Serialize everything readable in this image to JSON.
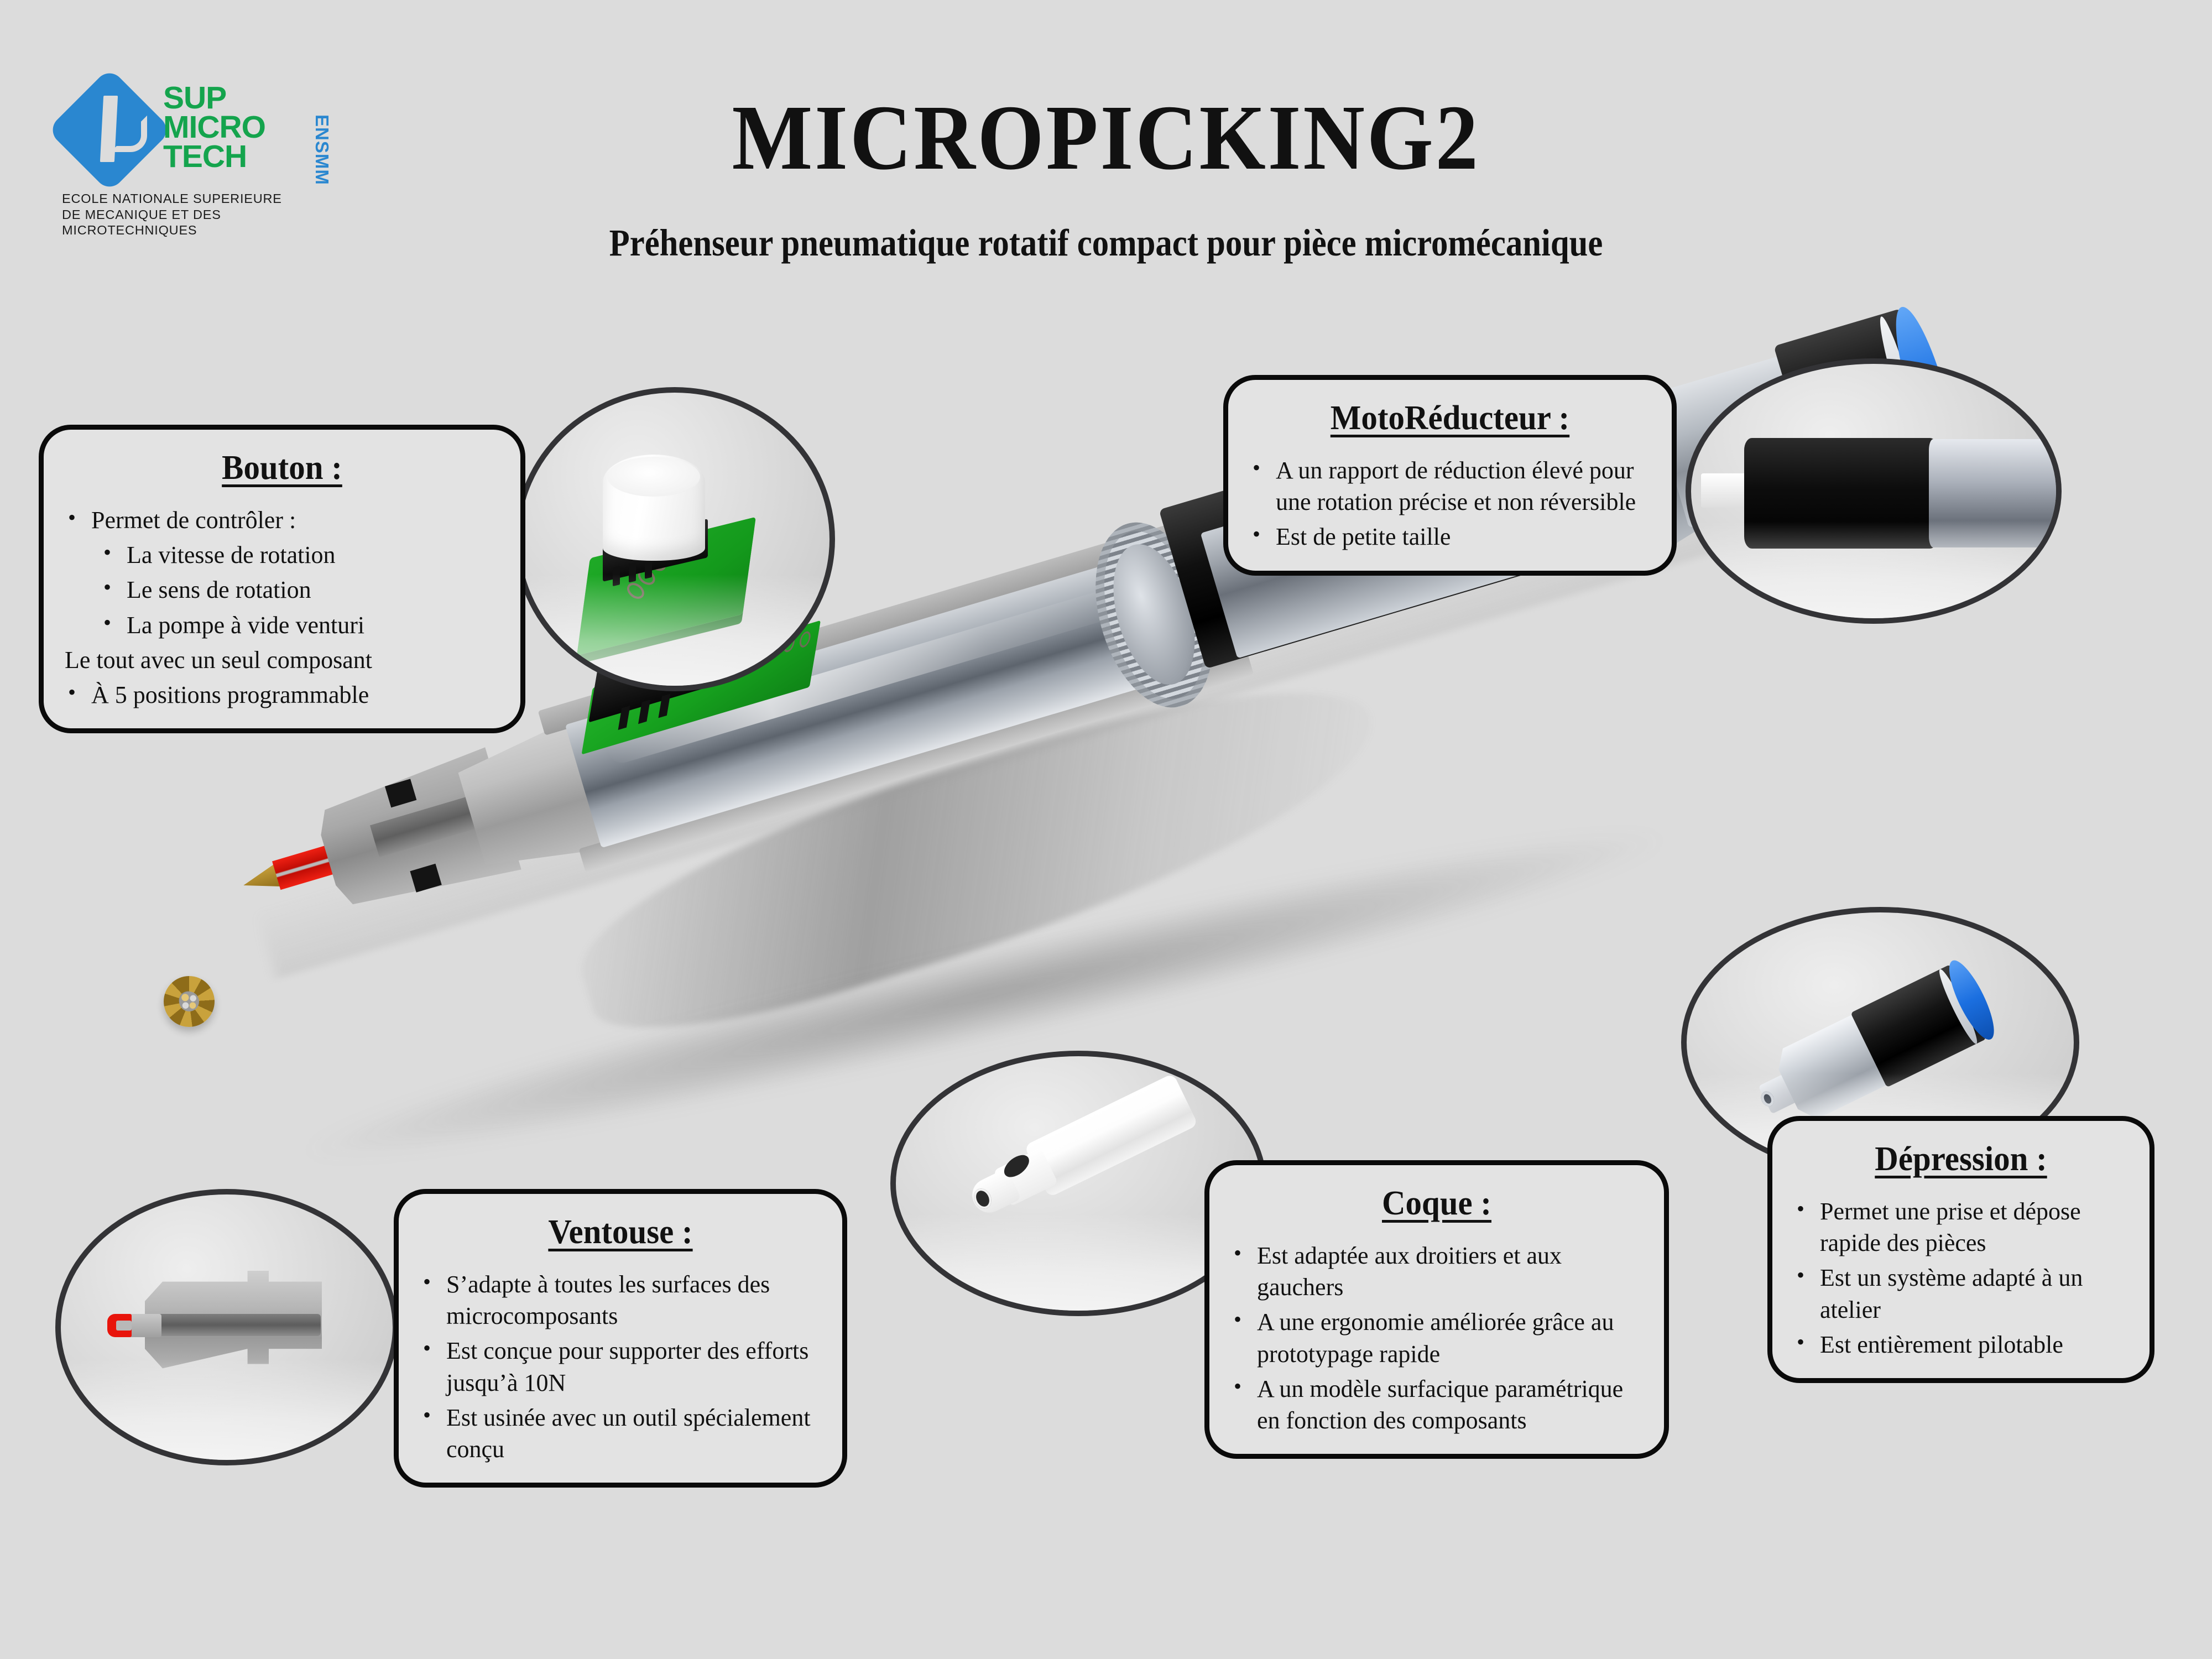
{
  "poster": {
    "title": "MICROPICKING2",
    "subtitle": "Préhenseur pneumatique rotatif compact pour pièce micromécanique",
    "background_color": "#dcdcdc"
  },
  "logo": {
    "name_lines": [
      "SUP",
      "MICRO",
      "TECH"
    ],
    "suffix": "ENSMM",
    "tagline_line1": "ECOLE NATIONALE SUPERIEURE",
    "tagline_line2": "DE MECANIQUE ET DES MICROTECHNIQUES",
    "green": "#14a44d",
    "blue": "#2a87d0"
  },
  "callouts": {
    "bouton": {
      "title": "Bouton :",
      "items": [
        {
          "text": "Permet de contrôler :",
          "level": 1
        },
        {
          "text": "La vitesse de rotation",
          "level": 2
        },
        {
          "text": "Le sens de rotation",
          "level": 2
        },
        {
          "text": "La pompe à vide venturi",
          "level": 2
        },
        {
          "text": "Le tout avec un seul composant",
          "level": 0
        },
        {
          "text": "À 5 positions programmable",
          "level": 1
        }
      ]
    },
    "motoreducteur": {
      "title": "MotoRéducteur :",
      "items": [
        {
          "text": "A un rapport de réduction élevé pour une rotation précise et non réversible",
          "level": 1
        },
        {
          "text": "Est de petite taille",
          "level": 1
        }
      ]
    },
    "ventouse": {
      "title": "Ventouse :",
      "items": [
        {
          "text": "S’adapte à toutes les surfaces des microcomposants",
          "level": 1
        },
        {
          "text": "Est conçue pour supporter des efforts jusqu’à 10N",
          "level": 1
        },
        {
          "text": "Est usinée avec un outil spécialement conçu",
          "level": 1
        }
      ]
    },
    "coque": {
      "title": "Coque :",
      "items": [
        {
          "text": "Est adaptée aux droitiers et aux gauchers",
          "level": 1
        },
        {
          "text": "A une ergonomie améliorée grâce au prototypage rapide",
          "level": 1
        },
        {
          "text": "A un modèle surfacique paramétrique en fonction des composants",
          "level": 1
        }
      ]
    },
    "depression": {
      "title": "Dépression :",
      "items": [
        {
          "text": "Permet une prise et dépose rapide des pièces",
          "level": 1
        },
        {
          "text": "Est un système adapté à un atelier",
          "level": 1
        },
        {
          "text": "Est entièrement pilotable",
          "level": 1
        }
      ]
    }
  },
  "figures": {
    "bouton_photo": "rotary-encoder-button-on-green-pcb",
    "motoreducteur_photo": "dc-gearmotor-black-gearbox-silver-body",
    "depression_photo": "pneumatic-push-in-fitting-blue-ring",
    "coque_photo": "white-3d-printed-shell-tube",
    "ventouse_photo": "machined-suction-nozzle-red-tip",
    "main_render": "cutaway-3d-render-of-micropicking2-gripper"
  }
}
